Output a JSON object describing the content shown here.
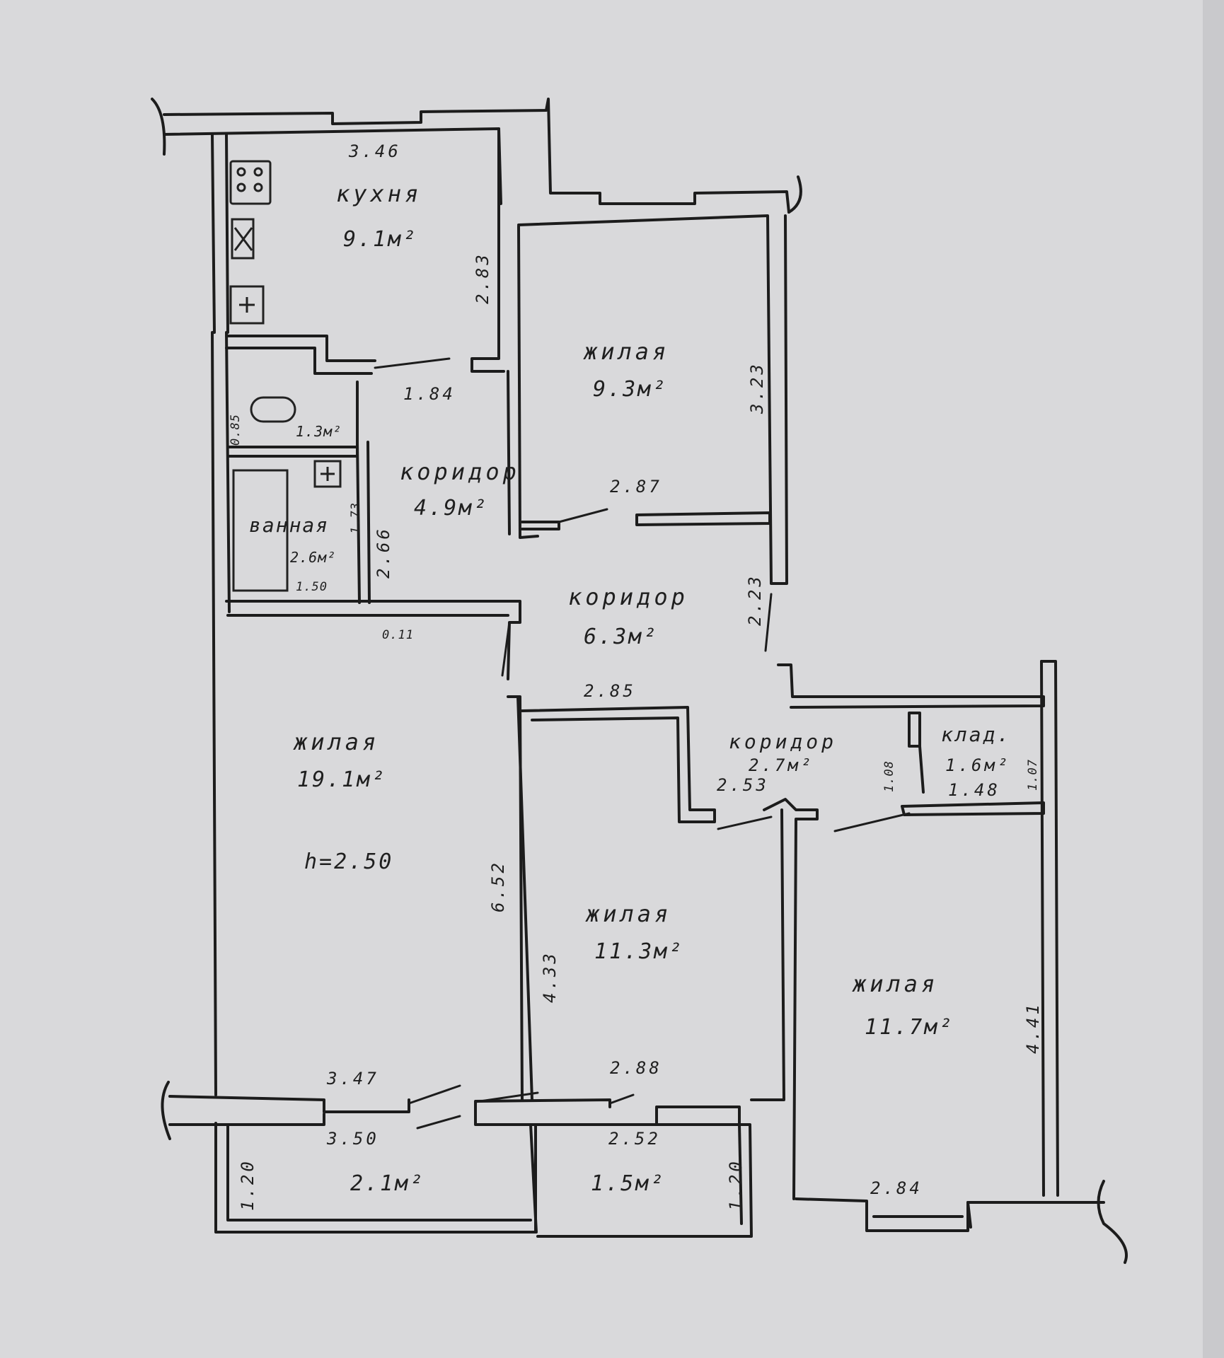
{
  "rooms": {
    "kitchen": {
      "name": "кухня",
      "area": "9.1м²"
    },
    "living_top": {
      "name": "жилая",
      "area": "9.3м²"
    },
    "corridor_small": {
      "name": "коридор",
      "area": "4.9м²"
    },
    "bathroom": {
      "name": "ванная",
      "area": "2.6м²"
    },
    "toilet": {
      "area": "1.3м²"
    },
    "corridor_main": {
      "name": "коридор",
      "area": "6.3м²"
    },
    "living_large": {
      "name": "жилая",
      "area": "19.1м²",
      "height": "h=2.50"
    },
    "living_mid": {
      "name": "жилая",
      "area": "11.3м²"
    },
    "corridor_3": {
      "name": "коридор",
      "area": "2.7м²"
    },
    "storage": {
      "name": "клад.",
      "area": "1.6м²"
    },
    "living_right": {
      "name": "жилая",
      "area": "11.7м²"
    },
    "balcony_left": {
      "area": "2.1м²"
    },
    "balcony_right": {
      "area": "1.5м²"
    }
  },
  "dimensions": {
    "kitchen_width": "3.46",
    "kitchen_depth": "2.83",
    "kitchen_lower": "1.84",
    "toilet_height": "0.85",
    "bath_173": "1.73",
    "bath_266": "2.66",
    "bath_150": "1.50",
    "bath_011": "0.11",
    "living_top_depth": "3.23",
    "living_top_width": "2.87",
    "corridor_223": "2.23",
    "corridor_285": "2.85",
    "living_large_652": "6.52",
    "living_large_347": "3.47",
    "living_mid_433": "4.33",
    "living_mid_288": "2.88",
    "corridor_253": "2.53",
    "storage_108": "1.08",
    "storage_148": "1.48",
    "storage_107": "1.07",
    "living_right_441": "4.41",
    "living_right_284": "2.84",
    "balcony_350": "3.50",
    "balcony_120_left": "1.20",
    "balcony_252": "2.52",
    "balcony_120_right": "1.20"
  }
}
